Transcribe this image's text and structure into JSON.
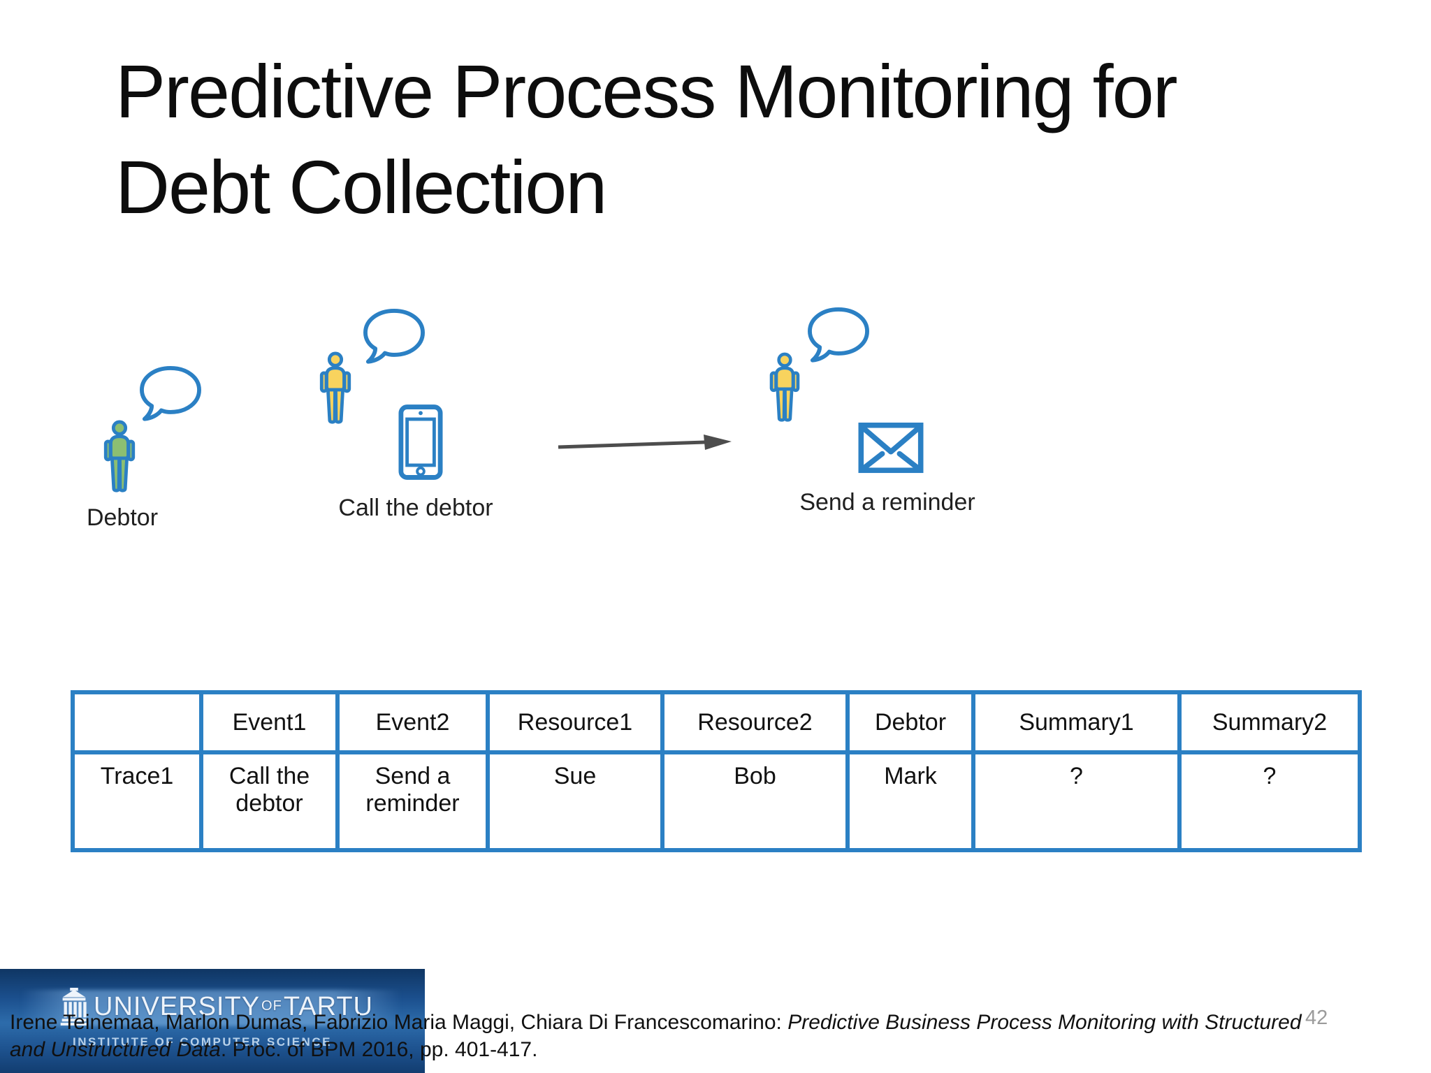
{
  "slide": {
    "title_line1": "Predictive Process Monitoring for",
    "title_line2": "Debt Collection",
    "page_number": "42"
  },
  "diagram": {
    "debtor": {
      "label": "Debtor"
    },
    "call": {
      "label": "Call the debtor"
    },
    "send": {
      "label": "Send a reminder"
    }
  },
  "table": {
    "headers": [
      "",
      "Event1",
      "Event2",
      "Resource1",
      "Resource2",
      "Debtor",
      "Summary1",
      "Summary2"
    ],
    "rows": [
      [
        "Trace1",
        "Call the debtor",
        "Send a reminder",
        "Sue",
        "Bob",
        "Mark",
        "?",
        "?"
      ]
    ]
  },
  "footer": {
    "citation": {
      "line1_regular": "Irene Teinemaa, Marlon Dumas, Fabrizio Maria Maggi, Chiara Di Francescomarino: ",
      "line1_italic": "Predictive Business Process Monitoring with Structured",
      "line2_italic": "and Unstructured Data",
      "line2_regular": ". Proc. of BPM 2016, pp. 401-417."
    },
    "logo": {
      "university": "UNIVERSITY",
      "of": "OF",
      "tartu": "TARTU",
      "institute": "INSTITUTE OF COMPUTER SCIENCE"
    }
  },
  "colors": {
    "icon_stroke_blue": "#2b80c4",
    "person_green": "#8cbf72",
    "person_yellow": "#f8d35e",
    "table_border_blue": "#2b80c4",
    "arrow_gray": "#4d4d4d",
    "page_number_gray": "#9b9b9b",
    "logo_bg_dark": "#123d70",
    "logo_bg_mid": "#2d6cab"
  }
}
